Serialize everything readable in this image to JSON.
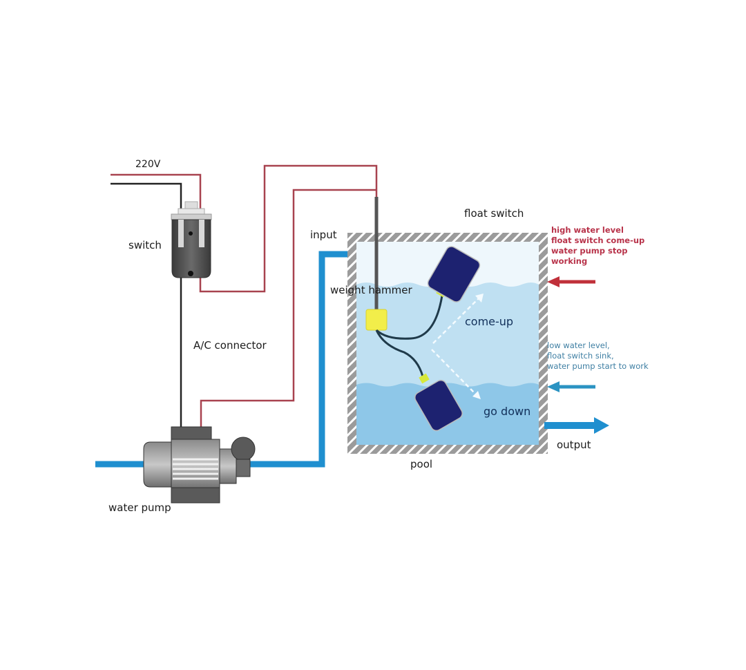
{
  "diagram": {
    "type": "float switch water pump wiring diagram",
    "labels": {
      "voltage": "220V",
      "switch": "switch",
      "input": "input",
      "float_switch": "float switch",
      "weight_hammer": "weight hammer",
      "come_up": "come-up",
      "go_down": "go down",
      "ac_connector": "A/C connector",
      "water_pump": "water pump",
      "pool": "pool",
      "output": "output"
    },
    "notes": {
      "high_level": "high water level\nfloat switch come-up\nwater pump stop\nworking",
      "low_level": "low water level,\nfloat switch sink,\nwater pump start to work"
    },
    "colors": {
      "wire_red": "#a8424f",
      "wire_black": "#222222",
      "pipe_blue": "#1f8fcf",
      "water_upper": "#bfe0f2",
      "water_lower": "#8ec7e8",
      "float_body": "#1d2270",
      "float_collar": "#d7e83a",
      "weight_yellow": "#f2ee4a",
      "wall_gray": "#9a9a9a",
      "arrow_red": "#c0303a",
      "arrow_blue": "#2b93c2",
      "note_red": "#b8334a",
      "note_blue": "#3f7fa3"
    }
  }
}
